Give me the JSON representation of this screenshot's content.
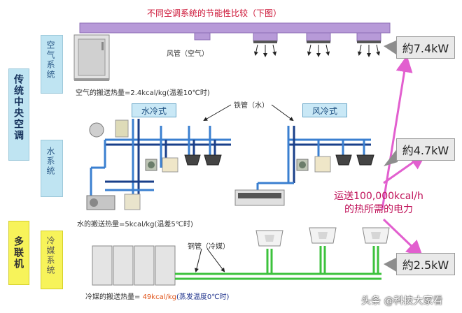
{
  "title": "不同空调系统的节能性比较（下图）",
  "groups": {
    "central": "传统中央空调",
    "multi": "多联机"
  },
  "rows": {
    "air": "空气系统",
    "water": "水系统",
    "refrigerant": "冷媒系统"
  },
  "labels": {
    "duct": "风管（空气）",
    "air_heat": "空气的搬送热量=2.4kcal/kg(温差10℃时)",
    "iron_pipe": "铁管（水）",
    "water_cooled": "水冷式",
    "air_cooled": "风冷式",
    "water_heat": "水的搬送热量=5kcal/kg(温差5℃时)",
    "copper_pipe": "铜管（冷媒）",
    "refrigerant_heat_prefix": "冷媒的搬送热量= ",
    "refrigerant_heat_value": "49kcal/kg",
    "refrigerant_heat_suffix": "(蒸发温度0℃时)"
  },
  "power": {
    "air": "約7.4kW",
    "water": "約4.7kW",
    "refrigerant": "約2.5kW"
  },
  "callout": {
    "line1": "运送100,000kcal/h",
    "line2": "的热所需的电力"
  },
  "watermark": "头条 @科技大家看",
  "colors": {
    "title": "#cc1133",
    "duct": "#b79ad8",
    "water_pipe": "#3a7fd0",
    "pipe_dark": "#1a3f8a",
    "refrigerant_pipe": "#3cc23c",
    "arrow": "#e25fcf",
    "side_blue": "#bfe4f2",
    "side_yellow": "#f7f35a"
  }
}
